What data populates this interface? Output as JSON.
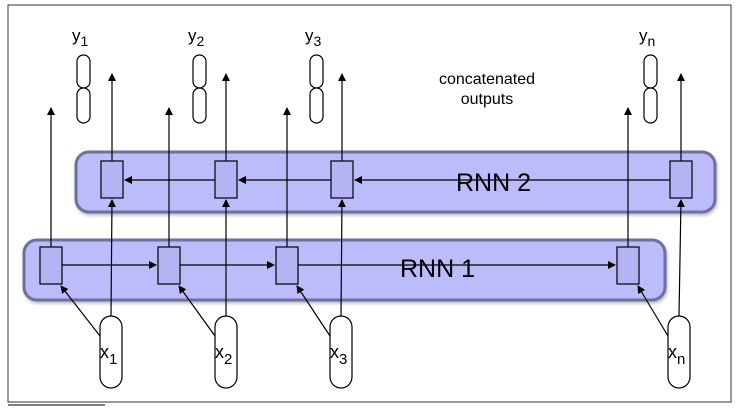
{
  "labels": {
    "rnn1": "RNN 1",
    "rnn2": "RNN 2",
    "concat_line1": "concatenated",
    "concat_line2": "outputs"
  },
  "inputs": [
    {
      "base": "x",
      "sub": "1"
    },
    {
      "base": "x",
      "sub": "2"
    },
    {
      "base": "x",
      "sub": "3"
    },
    {
      "base": "x",
      "sub": "n"
    }
  ],
  "outputs": [
    {
      "base": "y",
      "sub": "1"
    },
    {
      "base": "y",
      "sub": "2"
    },
    {
      "base": "y",
      "sub": "3"
    },
    {
      "base": "y",
      "sub": "n"
    }
  ],
  "colors": {
    "band_fill": "#bcbcfb",
    "band_stroke": "#6f6fa0",
    "cell_fill": "#b4b4f5"
  }
}
